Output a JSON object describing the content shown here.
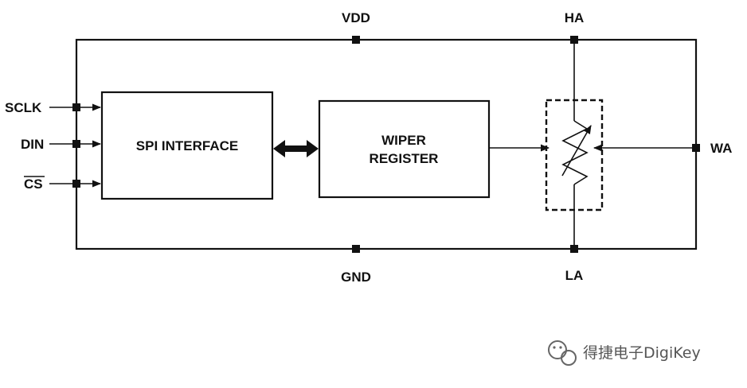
{
  "pins": {
    "vdd": "VDD",
    "gnd": "GND",
    "ha": "HA",
    "la": "LA",
    "wa": "WA",
    "sclk": "SCLK",
    "din": "DIN",
    "cs": "CS"
  },
  "blocks": {
    "spi_interface": "SPI INTERFACE",
    "wiper_register_line1": "WIPER",
    "wiper_register_line2": "REGISTER"
  },
  "watermark": {
    "text": "得捷电子DigiKey",
    "icon": "wechat-channel-icon"
  },
  "colors": {
    "line": "#111111",
    "background": "#ffffff",
    "watermark": "#555555"
  }
}
